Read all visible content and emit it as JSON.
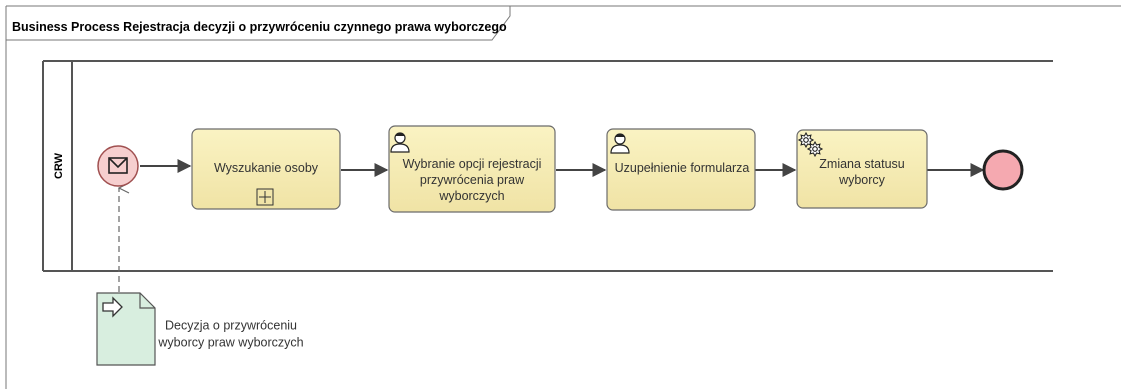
{
  "diagram": {
    "title": "Business Process Rejestracja decyzji o przywróceniu czynnego prawa wyborczego",
    "lane": {
      "label": "CRW"
    },
    "start_event": {
      "type": "message-start",
      "icon": "envelope-icon"
    },
    "end_event": {
      "type": "end"
    },
    "tasks": [
      {
        "id": "task-1",
        "lines": [
          "Wyszukanie osoby"
        ],
        "marker": "subprocess-plus-icon"
      },
      {
        "id": "task-2",
        "lines": [
          "Wybranie opcji rejestracji",
          "przywrócenia praw",
          "wyborczych"
        ],
        "marker": "user-icon"
      },
      {
        "id": "task-3",
        "lines": [
          "Uzupełnienie formularza"
        ],
        "marker": "user-icon"
      },
      {
        "id": "task-4",
        "lines": [
          "Zmiana statusu",
          "wyborcy"
        ],
        "marker": "service-gear-icon"
      }
    ],
    "data_object": {
      "lines": [
        "Decyzja o przywróceniu",
        "wyborcy praw wyborczych"
      ],
      "icon": "input-arrow-icon"
    },
    "colors": {
      "task_fill": "#faf3c3",
      "task_fill_grad": "#f0e3a5",
      "task_stroke": "#6b6b6b",
      "start_fill": "#f6cfcf",
      "start_stroke": "#a05050",
      "end_fill": "#f5a9b0",
      "end_stroke": "#222222",
      "data_fill": "#d8eedf",
      "flow": "#444444"
    }
  }
}
